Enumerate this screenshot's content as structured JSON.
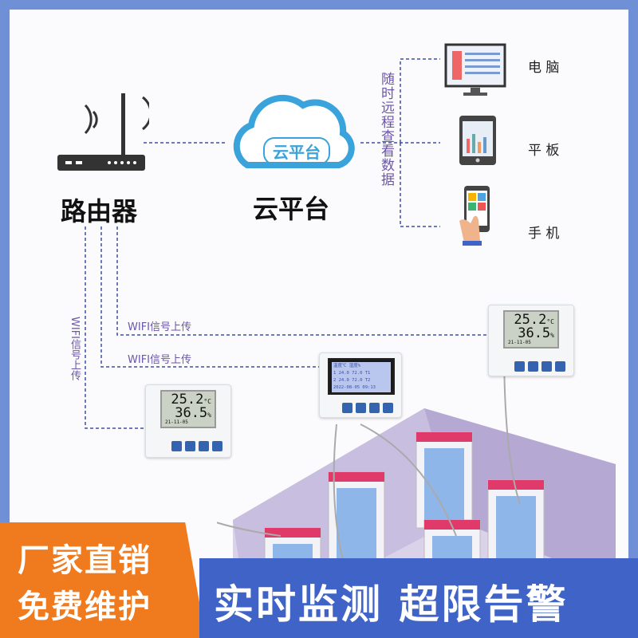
{
  "router": {
    "label": "路由器"
  },
  "cloud": {
    "inner_label": "云平台",
    "label": "云平台"
  },
  "remote_view": "随时远程查看数据",
  "clients": [
    {
      "label": "电 脑"
    },
    {
      "label": "平 板"
    },
    {
      "label": "手 机"
    }
  ],
  "wifi_labels": {
    "vertical": "WIFI信号上传",
    "upper": "WIFI信号上传",
    "lower": "WIFI信号上传"
  },
  "devices": {
    "left": {
      "temp": "25.2",
      "temp_unit": "°C",
      "hum": "36.5",
      "hum_unit": "%",
      "date": "21-11-05"
    },
    "right": {
      "temp": "25.2",
      "temp_unit": "°C",
      "hum": "36.5",
      "hum_unit": "%",
      "date": "21-11-05"
    },
    "center": {
      "row1": "温度℃  湿度%",
      "row2": "1 24.0  72.0 T1",
      "row3": "2 24.0  72.0 T2",
      "row4": "2022-08-05 09:13"
    }
  },
  "banners": {
    "left_line1": "厂家直销",
    "left_line2": "免费维护",
    "right": "实时监测 超限告警"
  },
  "colors": {
    "frame": "#6f8fd6",
    "orange": "#f07a1e",
    "blue": "#3f63c6",
    "dashed": "#3a4fa8",
    "purple_text": "#6b56a8"
  }
}
